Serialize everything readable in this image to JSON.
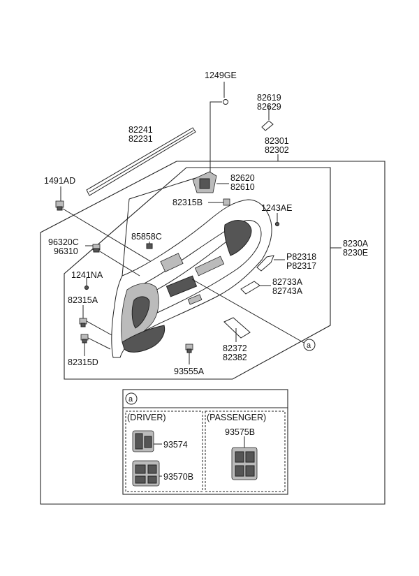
{
  "labels": {
    "p1249ge": "1249GE",
    "p82619": "82619",
    "p82629": "82629",
    "p82241": "82241",
    "p82231": "82231",
    "p82301": "82301",
    "p82302": "82302",
    "p1491ad": "1491AD",
    "p82620": "82620",
    "p82610": "82610",
    "p82315b": "82315B",
    "p1243ae": "1243AE",
    "p96320c": "96320C",
    "p96310": "96310",
    "p85858c": "85858C",
    "p8230a": "8230A",
    "p8230e": "8230E",
    "pp82318": "P82318",
    "pp82317": "P82317",
    "p1241na": "1241NA",
    "p82733a": "82733A",
    "p82743a": "82743A",
    "p82315a": "82315A",
    "p82372": "82372",
    "p82382": "82382",
    "p82315d": "82315D",
    "p93555a": "93555A"
  },
  "callout": "a",
  "detail": {
    "ref": "a",
    "driver_heading": "(DRIVER)",
    "passenger_heading": "(PASSENGER)",
    "p93574": "93574",
    "p93570b": "93570B",
    "p93575b": "93575B"
  }
}
